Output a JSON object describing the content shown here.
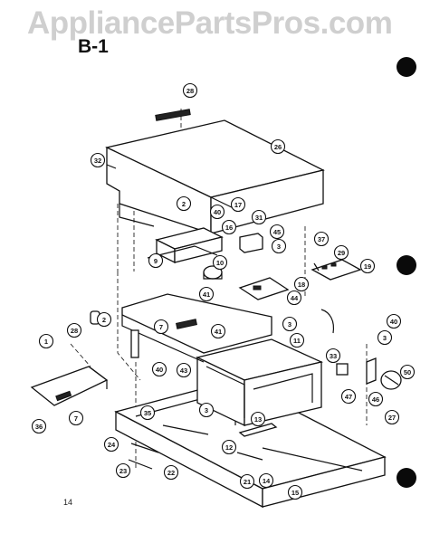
{
  "watermark": "AppliancePartsPros.com",
  "section_label": "B-1",
  "page_number": "14",
  "callouts": [
    {
      "id": "c28a",
      "label": "28"
    },
    {
      "id": "c26",
      "label": "26"
    },
    {
      "id": "c32",
      "label": "32"
    },
    {
      "id": "c2a",
      "label": "2"
    },
    {
      "id": "c40a",
      "label": "40"
    },
    {
      "id": "c17",
      "label": "17"
    },
    {
      "id": "c31",
      "label": "31"
    },
    {
      "id": "c16",
      "label": "16"
    },
    {
      "id": "c45",
      "label": "45"
    },
    {
      "id": "c3a",
      "label": "3"
    },
    {
      "id": "c9",
      "label": "9"
    },
    {
      "id": "c10a",
      "label": "10"
    },
    {
      "id": "c37",
      "label": "37"
    },
    {
      "id": "c29",
      "label": "29"
    },
    {
      "id": "c19",
      "label": "19"
    },
    {
      "id": "c18",
      "label": "18"
    },
    {
      "id": "c44",
      "label": "44"
    },
    {
      "id": "c41a",
      "label": "41"
    },
    {
      "id": "c28b",
      "label": "28"
    },
    {
      "id": "c7a",
      "label": "7"
    },
    {
      "id": "c41b",
      "label": "41"
    },
    {
      "id": "c3b",
      "label": "3"
    },
    {
      "id": "c11",
      "label": "11"
    },
    {
      "id": "c1",
      "label": "1"
    },
    {
      "id": "c2b",
      "label": "2"
    },
    {
      "id": "c40b",
      "label": "40"
    },
    {
      "id": "c43",
      "label": "43"
    },
    {
      "id": "c33",
      "label": "33"
    },
    {
      "id": "c40c",
      "label": "40"
    },
    {
      "id": "c3c",
      "label": "3"
    },
    {
      "id": "c50",
      "label": "50"
    },
    {
      "id": "c46",
      "label": "46"
    },
    {
      "id": "c47",
      "label": "47"
    },
    {
      "id": "c27",
      "label": "27"
    },
    {
      "id": "c3d",
      "label": "3"
    },
    {
      "id": "c7b",
      "label": "7"
    },
    {
      "id": "c36",
      "label": "36"
    },
    {
      "id": "c35",
      "label": "35"
    },
    {
      "id": "c13",
      "label": "13"
    },
    {
      "id": "c24",
      "label": "24"
    },
    {
      "id": "c23",
      "label": "23"
    },
    {
      "id": "c22",
      "label": "22"
    },
    {
      "id": "c12",
      "label": "12"
    },
    {
      "id": "c21",
      "label": "21"
    },
    {
      "id": "c14",
      "label": "14"
    },
    {
      "id": "c15",
      "label": "15"
    }
  ]
}
